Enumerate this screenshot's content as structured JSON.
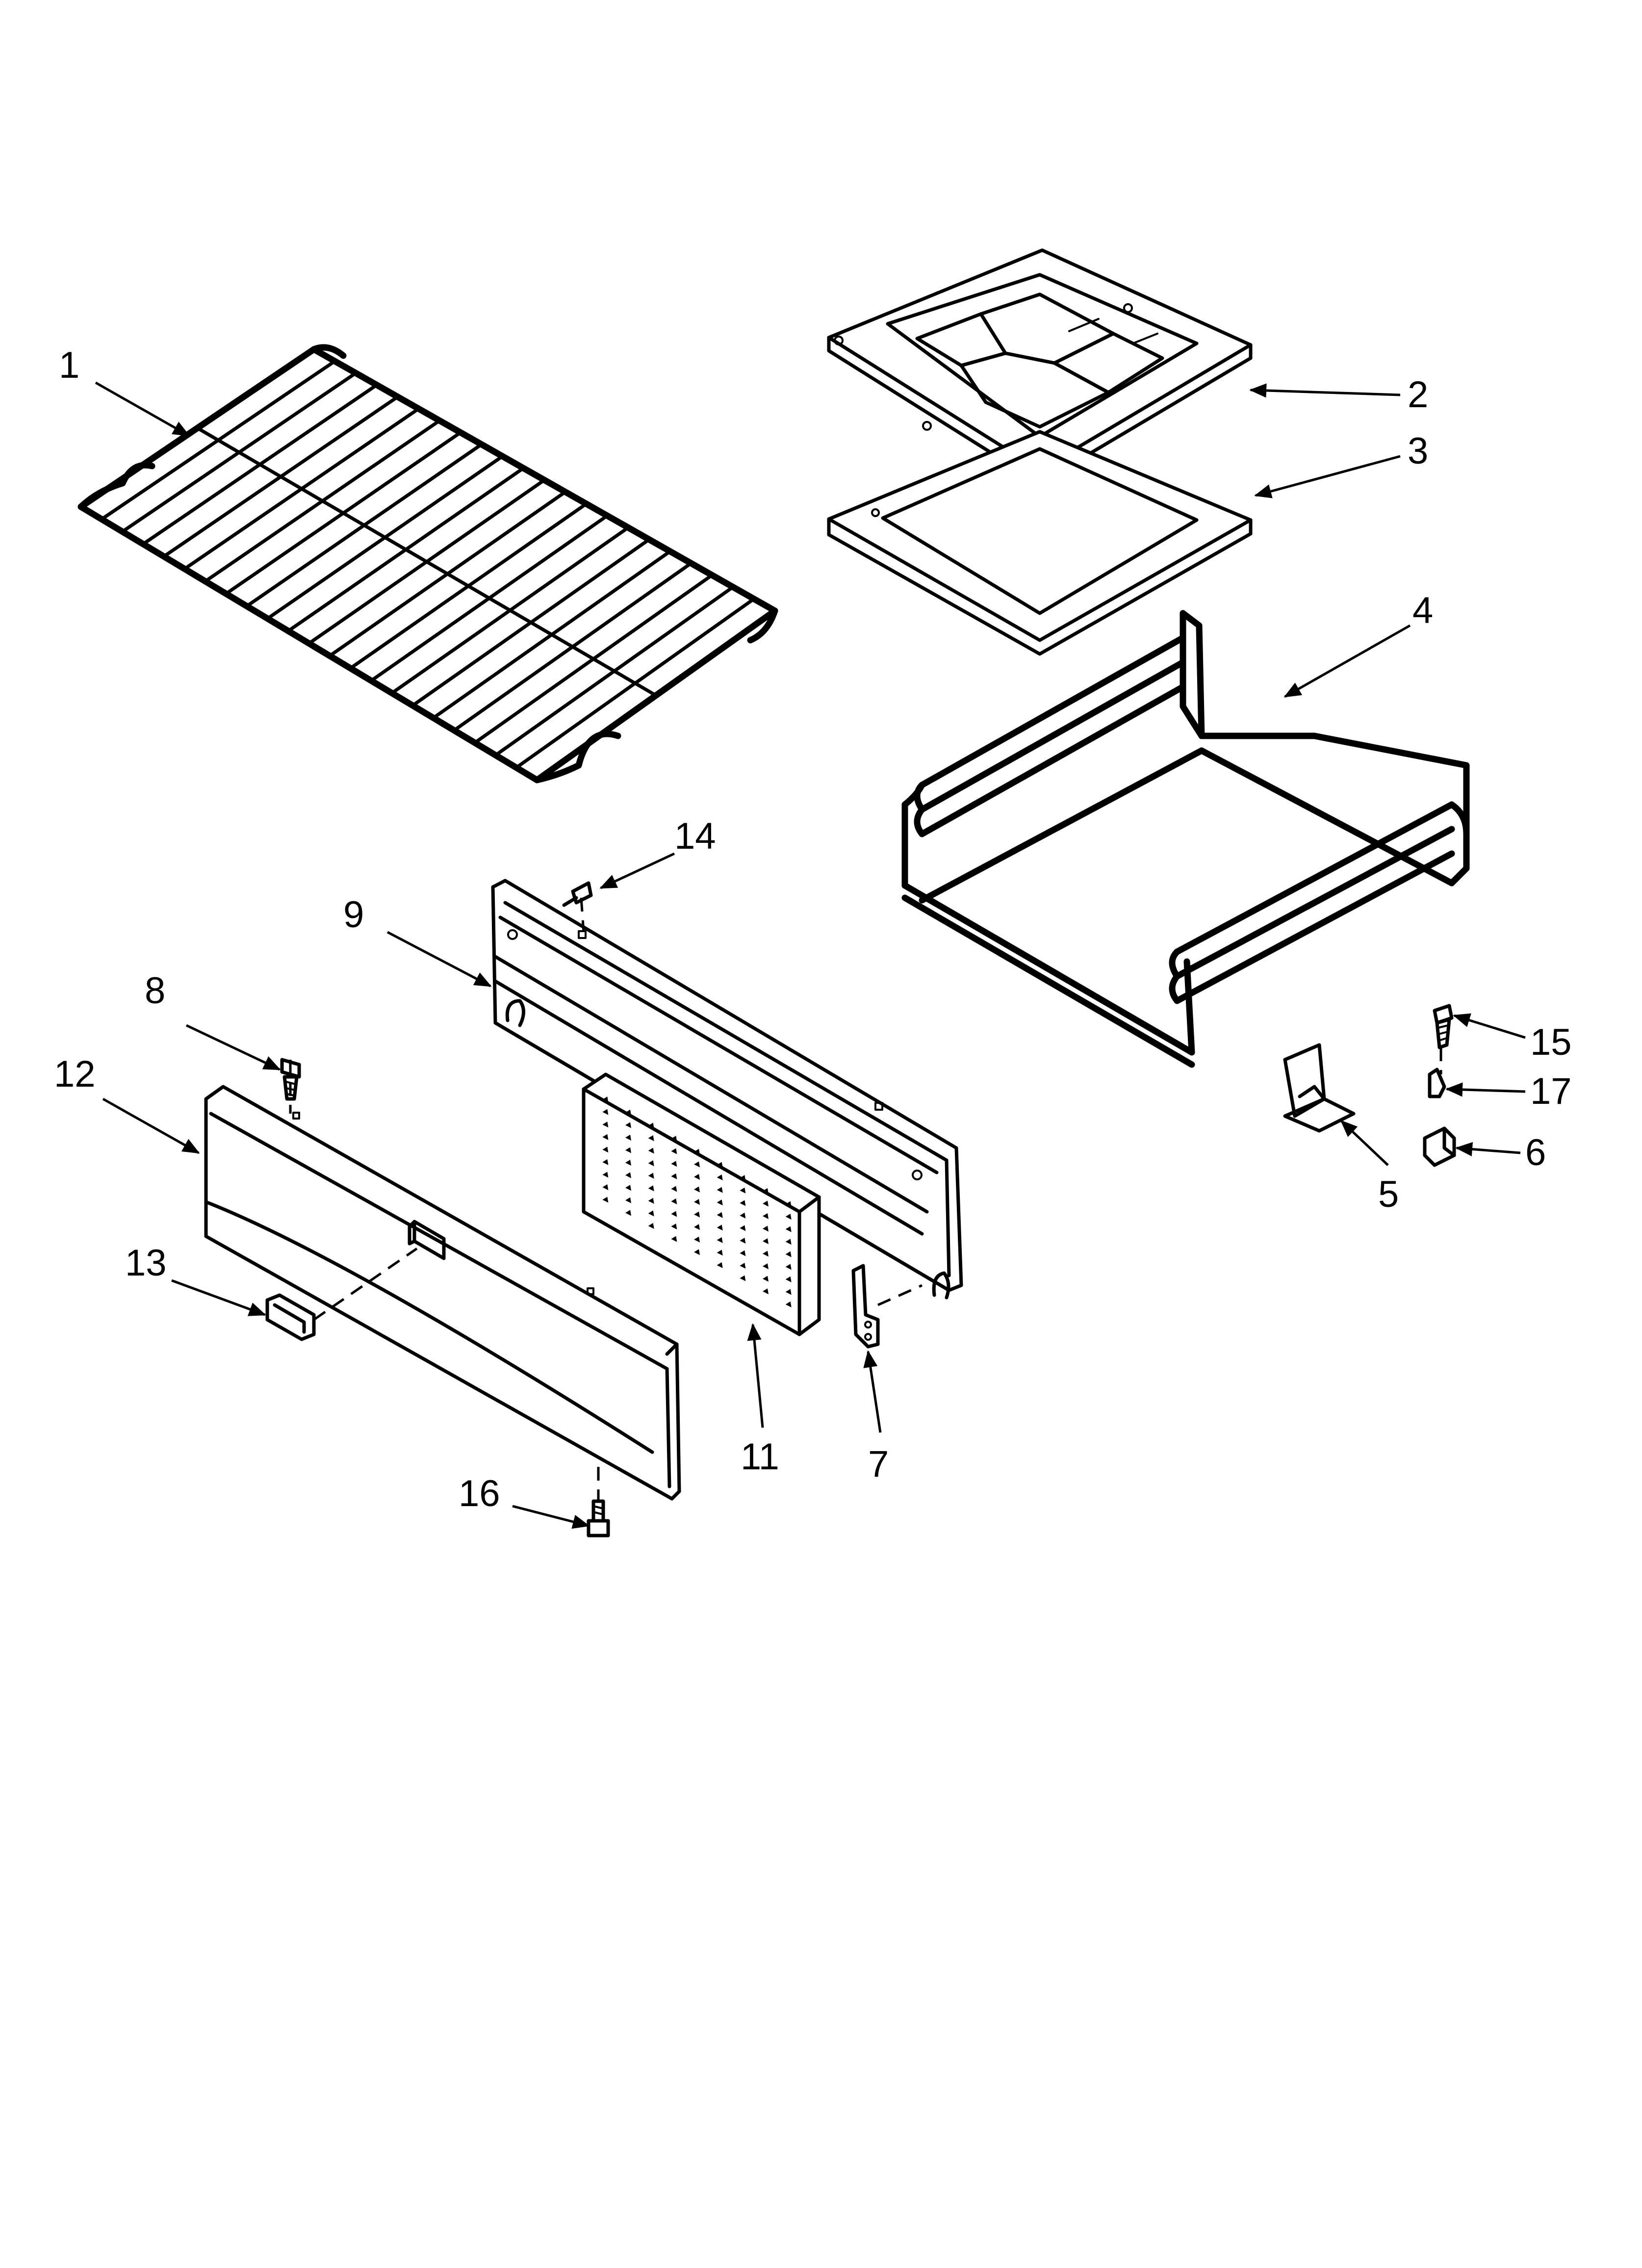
{
  "callouts": [
    {
      "id": "1",
      "label": "1"
    },
    {
      "id": "2",
      "label": "2"
    },
    {
      "id": "3",
      "label": "3"
    },
    {
      "id": "4",
      "label": "4"
    },
    {
      "id": "5",
      "label": "5"
    },
    {
      "id": "6",
      "label": "6"
    },
    {
      "id": "7",
      "label": "7"
    },
    {
      "id": "8",
      "label": "8"
    },
    {
      "id": "9",
      "label": "9"
    },
    {
      "id": "11",
      "label": "11"
    },
    {
      "id": "12",
      "label": "12"
    },
    {
      "id": "13",
      "label": "13"
    },
    {
      "id": "14",
      "label": "14"
    },
    {
      "id": "15",
      "label": "15"
    },
    {
      "id": "16",
      "label": "16"
    },
    {
      "id": "17",
      "label": "17"
    }
  ],
  "colors": {
    "line": "#000000",
    "background": "#ffffff"
  }
}
